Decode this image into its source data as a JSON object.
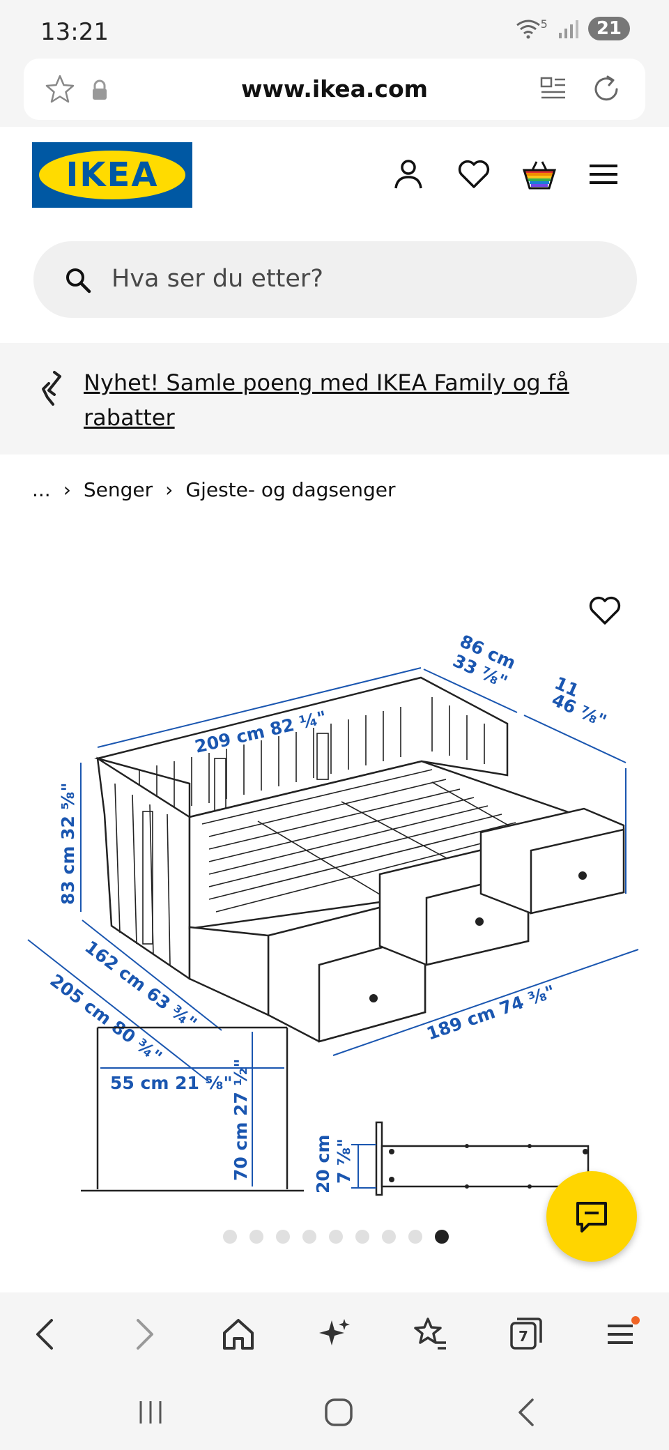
{
  "status_bar": {
    "time": "13:21",
    "battery": "21",
    "signal_label": "5"
  },
  "browser": {
    "url": "www.ikea.com",
    "tabs_count": "7"
  },
  "header": {
    "logo_text": "IKEA",
    "search_placeholder": "Hva ser du etter?"
  },
  "promo": {
    "text": "Nyhet! Samle poeng med IKEA Family og få rabatter"
  },
  "breadcrumb": {
    "items": [
      "...",
      "Senger",
      "Gjeste- og dagsenger"
    ]
  },
  "product_image": {
    "dimensions": {
      "length_top": "209 cm 82 ¼\"",
      "depth_top_1": "86 cm",
      "depth_top_2": "33 ⅞\"",
      "side_right_1": "11",
      "side_right_2": "46 ⅞\"",
      "height": "83 cm 32 ⅝\"",
      "width_inner": "162 cm 63 ¾\"",
      "width_outer": "205 cm 80 ¾\"",
      "front_length": "189 cm 74 ⅜\"",
      "drawer_depth": "55 cm 21 ⅝\"",
      "drawer_height": "70 cm 27 ½\"",
      "drawer_side_1": "20 cm",
      "drawer_side_2": "7 ⅞\""
    }
  },
  "carousel": {
    "count": 9,
    "active_index": 8
  },
  "colors": {
    "ikea_blue": "#0058a3",
    "ikea_yellow": "#ffdb00",
    "chat_yellow": "#ffd500",
    "dimension_blue": "#1a56b0"
  }
}
